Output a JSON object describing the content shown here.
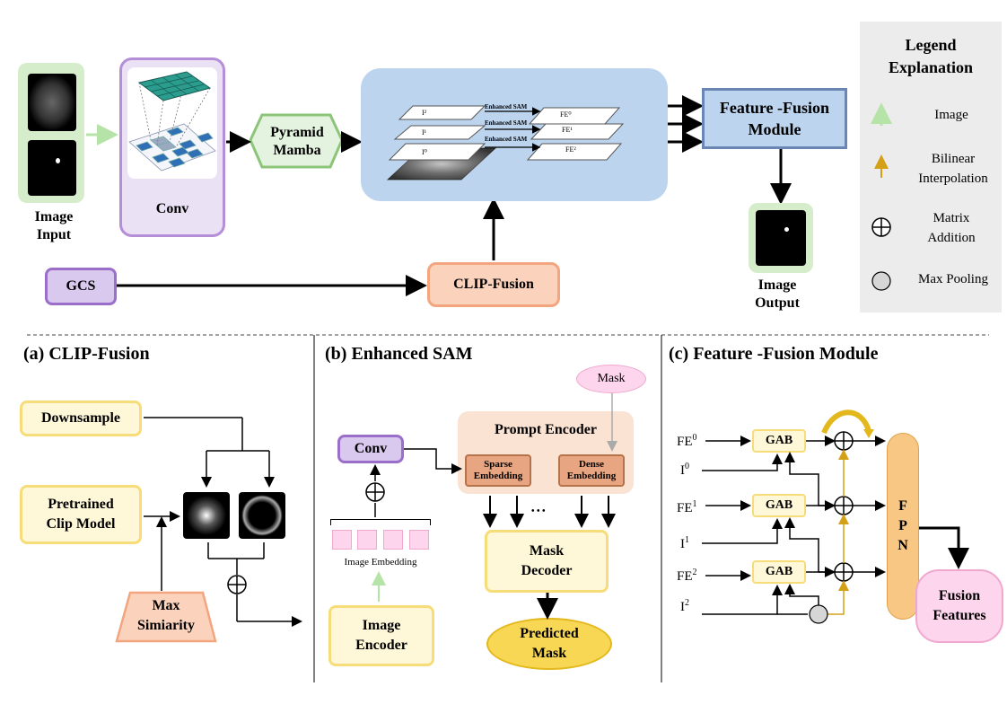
{
  "top": {
    "image_input": "Image\nInput",
    "conv": "Conv",
    "pyramid_mamba": "Pyramid\nMamba",
    "feature_fusion": "Feature -Fusion\nModule",
    "image_output": "Image\nOutput",
    "gcs": "GCS",
    "clip_fusion": "CLIP-Fusion",
    "planes_left": [
      "I²",
      "I¹",
      "I⁰"
    ],
    "planes_right": [
      "FE⁰",
      "FE¹",
      "FE²"
    ],
    "enhanced_sam_labels": [
      "Enhanced SAM",
      "Enhanced SAM",
      "Enhanced SAM"
    ]
  },
  "legend": {
    "title": "Legend\nExplanation",
    "items": [
      {
        "label": "Image",
        "icon": "green-arrow-icon"
      },
      {
        "label": "Bilinear\nInterpolation",
        "icon": "gold-arrow-icon"
      },
      {
        "label": "Matrix\nAddition",
        "icon": "circled-plus-icon"
      },
      {
        "label": "Max Pooling",
        "icon": "grey-circle-icon"
      }
    ]
  },
  "panel_a": {
    "title": "(a) CLIP-Fusion",
    "downsample": "Downsample",
    "pretrained": "Pretrained\nClip Model",
    "max_sim": "Max\nSimiarity"
  },
  "panel_b": {
    "title": "(b) Enhanced SAM",
    "mask": "Mask",
    "prompt_encoder": "Prompt Encoder",
    "sparse": "Sparse\nEmbedding",
    "dense": "Dense\nEmbedding",
    "conv": "Conv",
    "image_embedding": "Image Embedding",
    "image_encoder": "Image\nEncoder",
    "mask_decoder": "Mask\nDecoder",
    "predicted_mask": "Predicted\nMask",
    "ellipsis": "• • •"
  },
  "panel_c": {
    "title": "(c) Feature -Fusion  Module",
    "inputs": [
      "FE",
      "I",
      "FE",
      "I",
      "FE",
      "I"
    ],
    "superscripts": [
      "0",
      "0",
      "1",
      "1",
      "2",
      "2"
    ],
    "gab": [
      "GAB",
      "GAB",
      "GAB"
    ],
    "fpn": "F\nP\nN",
    "fusion": "Fusion\nFeatures"
  },
  "colors": {
    "yellow_fill": "#fff8d8",
    "purple_fill": "#d9c9ee",
    "peach_fill": "#fbd3bd",
    "blue_panel": "#bcd4ee",
    "fusion_pink": "#fdd5ec",
    "fpn_orange": "#f9c784",
    "green_arrow": "#b6e3a8",
    "gold_arrow": "#d4a017"
  }
}
